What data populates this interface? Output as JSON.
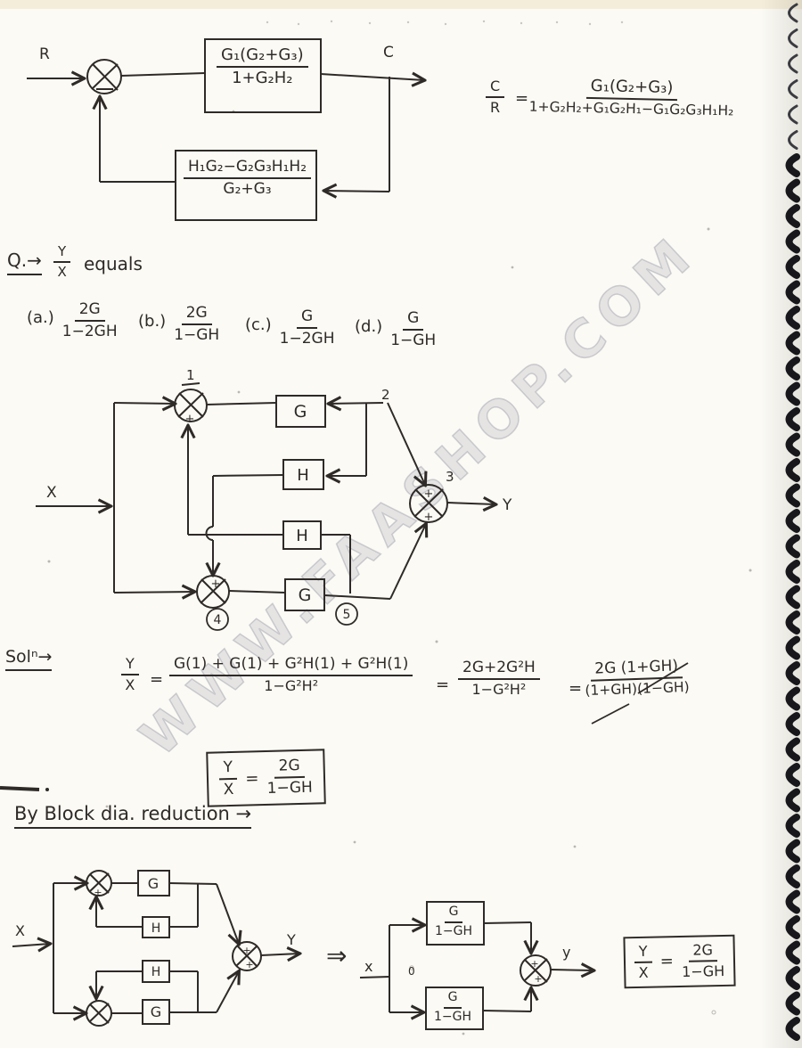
{
  "ink": "#2e2a28",
  "signs": {
    "plus": "+",
    "minus": "−"
  },
  "watermark": {
    "text": "WWW.FAASHOP.COM"
  },
  "top_diagram": {
    "input": "R",
    "output": "C",
    "forward_num": "G₁(G₂+G₃)",
    "forward_den": "1+G₂H₂",
    "feedback_num": "H₁G₂−G₂G₃H₁H₂",
    "feedback_den": "G₂+G₃"
  },
  "transfer_eq": {
    "lhs_num": "C",
    "lhs_den": "R",
    "eq": "=",
    "num": "G₁(G₂+G₃)",
    "den": "1+G₂H₂+G₁G₂H₁−G₁G₂G₃H₁H₂"
  },
  "question": {
    "q": "Q.→",
    "lhs_num": "Y",
    "lhs_den": "X",
    "verb": "equals",
    "options": [
      {
        "label": "(a.)",
        "num": "2G",
        "den": "1−2GH"
      },
      {
        "label": "(b.)",
        "num": "2G",
        "den": "1−GH"
      },
      {
        "label": "(c.)",
        "num": "G",
        "den": "1−2GH"
      },
      {
        "label": "(d.)",
        "num": "G",
        "den": "1−GH"
      }
    ]
  },
  "diagram2": {
    "input": "X",
    "output": "Y",
    "n1": "1",
    "n2": "2",
    "n3": "3",
    "n4": "4",
    "n5": "5",
    "g1": "G",
    "h1": "H",
    "h2": "H",
    "g2": "G"
  },
  "solution": {
    "label": "Solⁿ→",
    "lhs_num": "Y",
    "lhs_den": "X",
    "eq": "=",
    "s1_num": "G(1) + G(1) + G²H(1) + G²H(1)",
    "s1_den": "1−G²H²",
    "s2_num": "2G+2G²H",
    "s2_den": "1−G²H²",
    "s3_num": "2G (1+GH)",
    "s3_den": "(1+GH)(1−GH)"
  },
  "answer": {
    "lhs_num": "Y",
    "lhs_den": "X",
    "eq": "=",
    "num": "2G",
    "den": "1−GH"
  },
  "heading": "By Block dia. reduction →",
  "diagram3": {
    "input": "X",
    "output": "Y",
    "ga": "G",
    "ha": "H",
    "hb": "H",
    "gb": "G"
  },
  "implies": "⇒",
  "diagram4": {
    "input": "x",
    "output": "y",
    "stray": "0",
    "top_num": "G",
    "top_den": "1−GH",
    "bot_num": "G",
    "bot_den": "1−GH"
  },
  "final": {
    "lhs_num": "Y",
    "lhs_den": "X",
    "eq": "=",
    "num": "2G",
    "den": "1−GH"
  }
}
